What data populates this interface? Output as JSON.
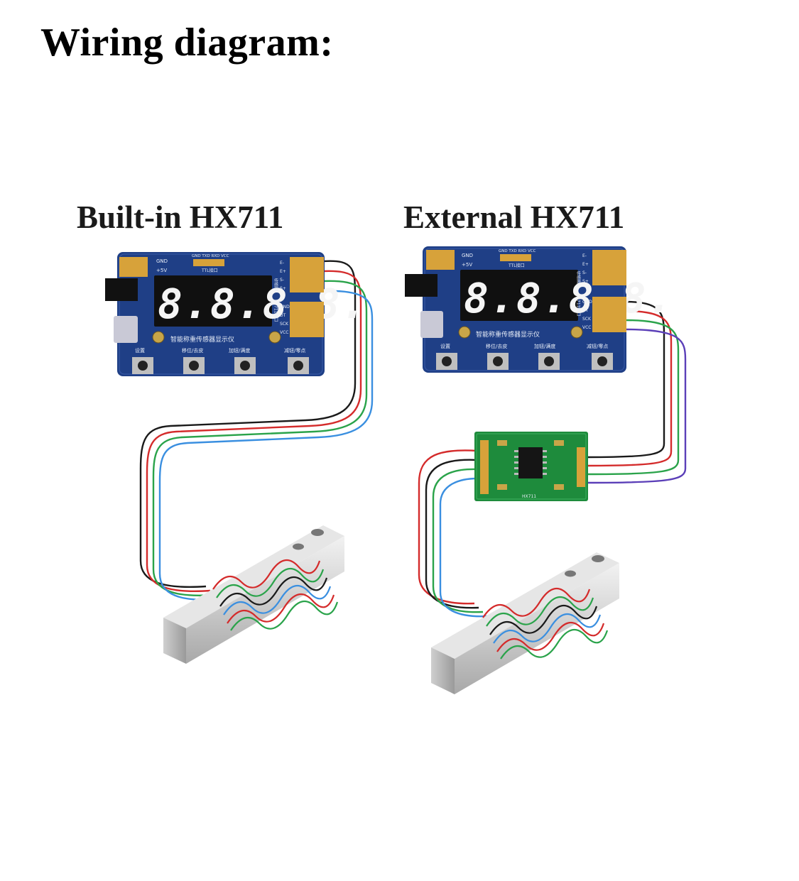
{
  "heading": "Wiring diagram:",
  "panels": [
    {
      "title": "Built-in HX711",
      "display_digits": "8.8.8.8.",
      "board_header": "GND  TXD  RXD  VCC",
      "board_sub": "TTL接口",
      "board_label": "智能称重传感器显示仪",
      "power_labels": [
        "GND",
        "+5V"
      ],
      "sensor_pins": [
        "E-",
        "E+",
        "S-",
        "S+"
      ],
      "aux_pins": [
        "GND",
        "DT",
        "SCK",
        "VCC"
      ],
      "side_label_a": "传感器",
      "side_label_b": "711接口",
      "buttons": [
        "设置",
        "移位/去皮",
        "加钮/满度",
        "减钮/零点"
      ]
    },
    {
      "title": "External HX711",
      "display_digits": "8.8.8.8.",
      "board_header": "GND  TXD  RXD  VCC",
      "board_sub": "TTL接口",
      "board_label": "智能称重传感器显示仪",
      "power_labels": [
        "GND",
        "+5V"
      ],
      "sensor_pins": [
        "E-",
        "E+",
        "S-",
        "S+"
      ],
      "aux_pins": [
        "GND",
        "DT",
        "SCK",
        "VCC"
      ],
      "side_label_a": "传感器",
      "side_label_b": "711接口",
      "buttons": [
        "设置",
        "移位/去皮",
        "加钮/满度",
        "减钮/零点"
      ],
      "module_label": "HX711"
    }
  ],
  "colors": {
    "pcb_blue": "#1f3f86",
    "pcb_green": "#1e8b3c",
    "wire_black": "#1a1a1a",
    "wire_red": "#d42b2b",
    "wire_green": "#2aa34a",
    "wire_blue": "#3a8fe0",
    "wire_purple": "#5b3fb8"
  }
}
